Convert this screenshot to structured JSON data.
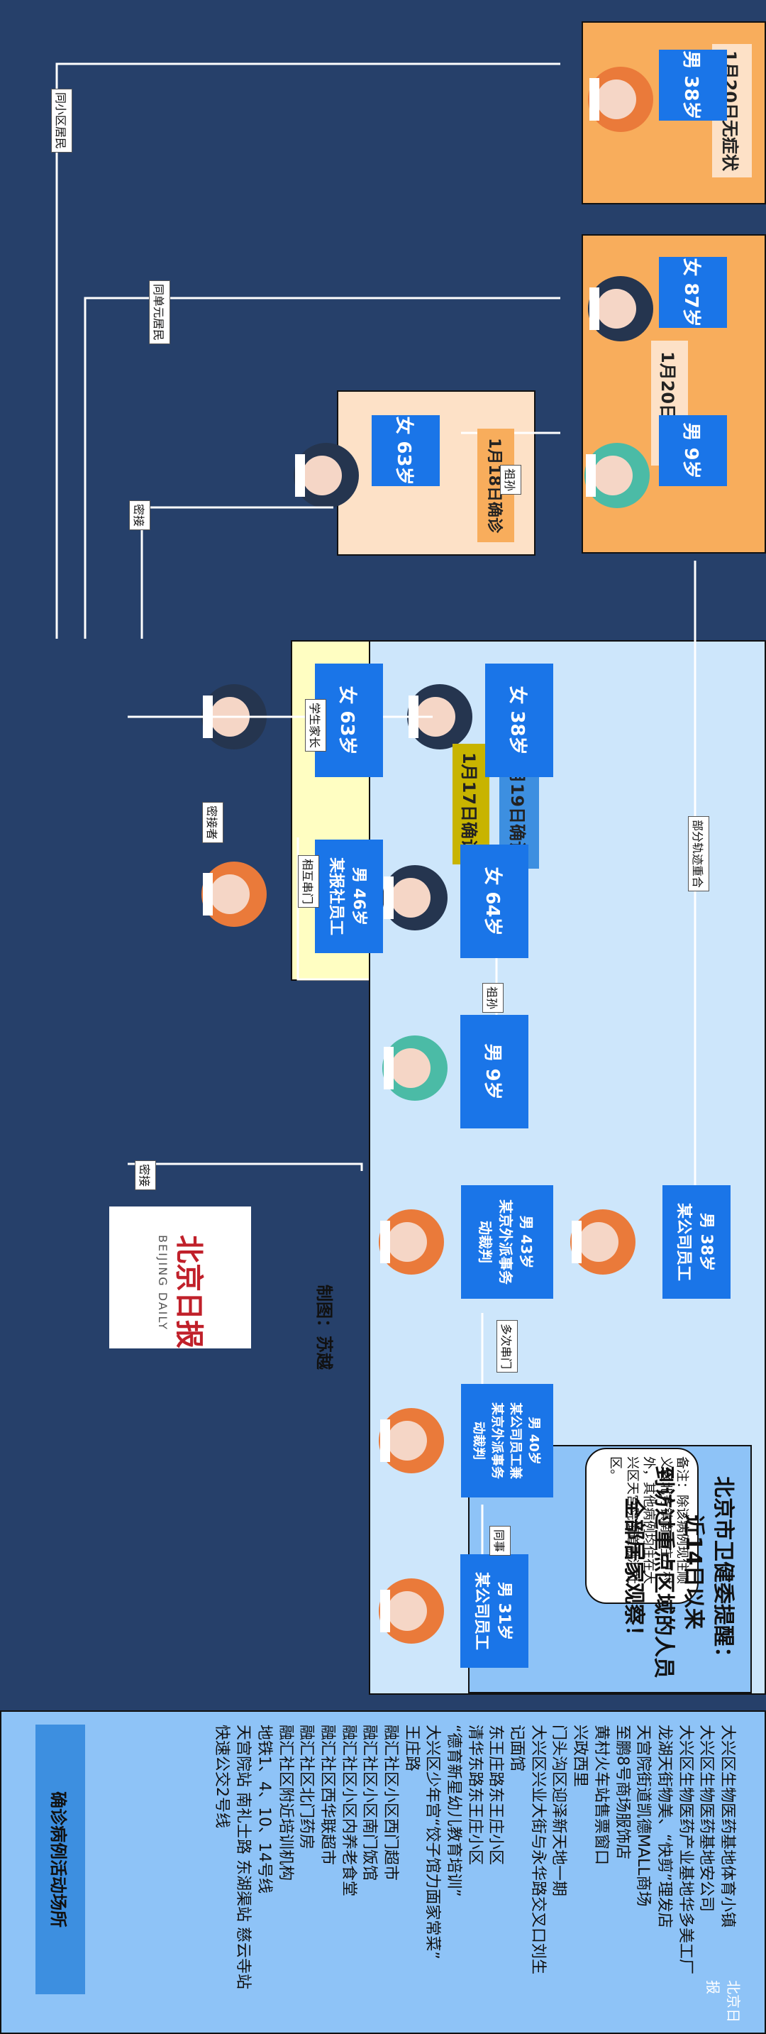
{
  "tags": {
    "jan20_no_symptom": "1月20日无症状",
    "jan20_confirmed": "1月20日确诊",
    "jan18_confirmed": "1月18日确诊",
    "jan17_confirmed": "1月17日确诊",
    "jan19_confirmed": "1月19日确诊"
  },
  "people": {
    "p_m38_top": "男 38岁",
    "p_f87": "女 87岁",
    "p_m9_top": "男 9岁",
    "p_f63_18": "女 63岁",
    "p_f63_17": "女 63岁",
    "p_m46": "男 46岁\n某报社员工",
    "p_f38": "女 38岁",
    "p_f64": "女 64岁",
    "p_m9_mid": "男 9岁",
    "p_m38_bottom": "男 38岁\n某公司员工",
    "p_m43": "男 43岁\n某京外派事务\n动裁判",
    "p_m40": "男 40岁\n某公司员工兼\n某京外派事务\n动裁判",
    "p_m31": "男 31岁\n某公司员工"
  },
  "relations": {
    "same_community": "同小区居民",
    "same_unit": "同单元居民",
    "grandchild": "祖孙",
    "close_contact": "密接",
    "close_contact_person": "密接者",
    "student_parent": "学生家长",
    "visit": "相互串门",
    "partial_track": "部分轨迹重合",
    "multiple_visits": "多次串门",
    "colleague": "同事",
    "grandchild_mid": "祖孙"
  },
  "note": "备注：除该病例现住顺义区北务镇南辛庄户村外，其他病例均住在大兴区天宫院街道融汇社区。",
  "credit": "制图：苏越",
  "logo": {
    "cn": "北京日报",
    "en": "BEIJING DAILY"
  },
  "reminder": {
    "line1": "北京市卫健委提醒：",
    "line2": "近14日以来",
    "line3": "到访过重点区域的人员",
    "line4": "全部居家观察！"
  },
  "places": {
    "header": "确诊病例活动场所",
    "items": [
      "大兴区生物医药基地体育小镇",
      "大兴区生物医药基地安公司",
      "大兴区生物医药产业基地华多美工厂",
      "龙湖天街物美、“快剪”理发店",
      "天宫院街道凯德MALL商场",
      "至鹏8号商场服饰店",
      "黄村火车站售票窗口",
      "兴政西里",
      "门头沟区迎泽新天地一期",
      "大兴区兴业大街与永华路交叉口刘生",
      "记面馆",
      "东王庄路东王庄小区",
      "清华东路东王庄小区",
      "“德育新星幼儿教育培训”",
      "大兴区少年宫“饺子馆力面家常菜”",
      "王庄路",
      "融汇社区小区西门超市",
      "融汇社区小区南门饭馆",
      "融汇社区小区内养老食堂",
      "融汇社区西华联超市",
      "融汇社区北门药房",
      "融汇社区附近培训机构",
      "地铁1、4、10、14号线",
      "天宫院站 南礼士路 东湖渠站 慈云寺站",
      "快速公交2号线"
    ]
  },
  "watermark": "北京日报",
  "colors": {
    "background": "#26406a",
    "orange": "#f8ad5c",
    "peach": "#fde1c7",
    "yellow": "#fffec2",
    "lightblue": "#cde6fb",
    "badge": "#1a75e8",
    "tag_gold": "#c8b400"
  }
}
